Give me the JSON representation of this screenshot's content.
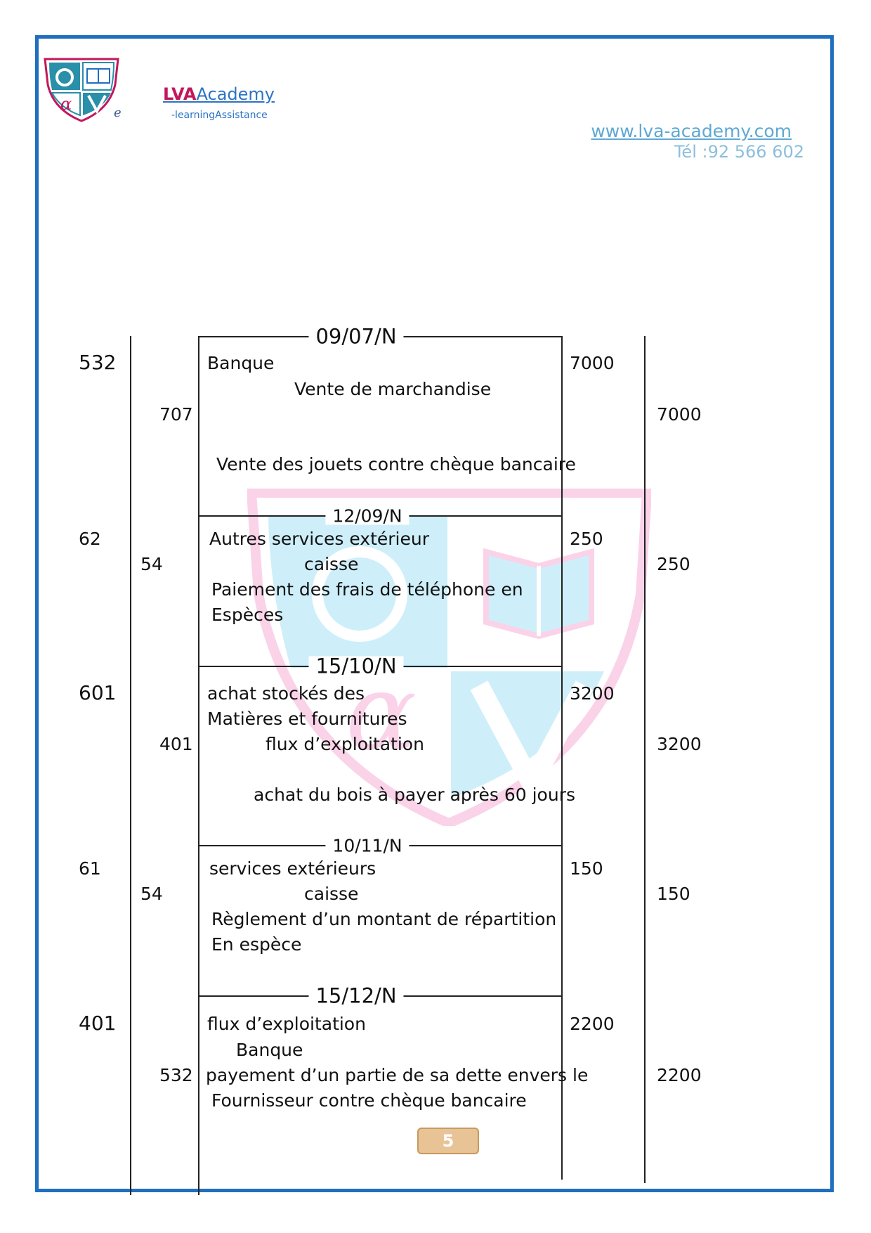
{
  "header": {
    "brand_lva": "LVA",
    "brand_academy": "Academy",
    "brand_sub": "-learningAssistance",
    "logo_letter": "e",
    "website": "www.lva-academy.com",
    "phone": "Tél :92 566 602"
  },
  "colors": {
    "frame": "#1f6fc0",
    "brand_pink": "#c2185b",
    "brand_blue": "#2c73c6",
    "badge": "#e7c396"
  },
  "entries": [
    {
      "date": "09/07/N",
      "debit_account": "532",
      "credit_account": "707",
      "debit_label": "Banque",
      "credit_label": "Vente de marchandise",
      "description": [
        "Vente des jouets contre chèque bancaire"
      ],
      "debit_amount": "7000",
      "credit_amount": "7000"
    },
    {
      "date": "12/09/N",
      "debit_account": "62",
      "credit_account": "54",
      "debit_label": "Autres services extérieur",
      "credit_label": "caisse",
      "description": [
        "Paiement des frais de téléphone en",
        "Espèces"
      ],
      "debit_amount": "250",
      "credit_amount": "250"
    },
    {
      "date": "15/10/N",
      "debit_account": "601",
      "credit_account": "401",
      "debit_label": [
        "achat stockés des",
        "Matières et fournitures"
      ],
      "credit_label": "flux d’exploitation",
      "description": [
        "achat du bois à payer après 60 jours"
      ],
      "debit_amount": "3200",
      "credit_amount": "3200"
    },
    {
      "date": "10/11/N",
      "debit_account": "61",
      "credit_account": "54",
      "debit_label": "services extérieurs",
      "credit_label": "caisse",
      "description": [
        "Règlement d’un montant de répartition",
        "En espèce"
      ],
      "debit_amount": "150",
      "credit_amount": "150"
    },
    {
      "date": "15/12/N",
      "debit_account": "401",
      "credit_account": "532",
      "debit_label": "flux d’exploitation",
      "credit_label": "Banque",
      "description": [
        "payement d’un partie de sa dette envers le",
        "Fournisseur contre chèque bancaire"
      ],
      "debit_amount": "2200",
      "credit_amount": "2200"
    }
  ],
  "page_number": "5"
}
